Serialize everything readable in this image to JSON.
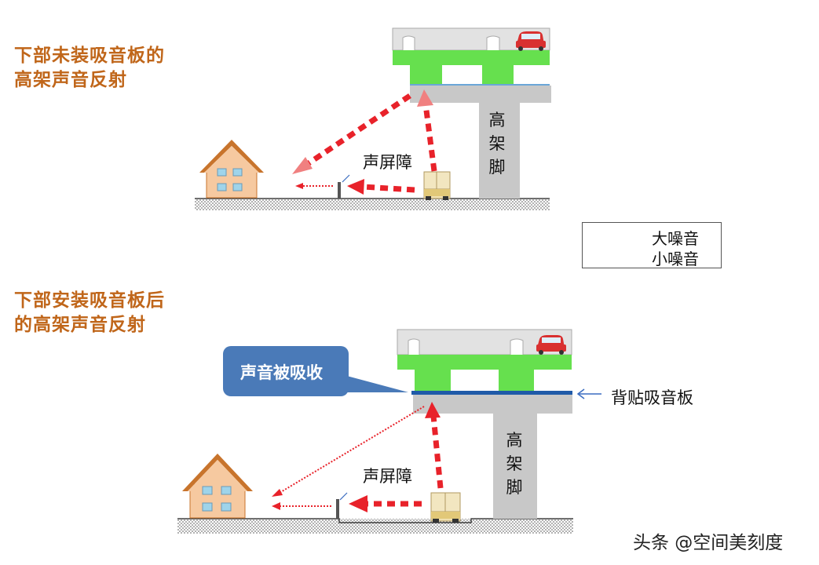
{
  "top_heading": {
    "line1": "下部未装吸音板的",
    "line2": "高架声音反射"
  },
  "bottom_heading": {
    "line1": "下部安装吸音板后",
    "line2": "的高架声音反射"
  },
  "top_scene": {
    "barrier_label": "声屏障",
    "pillar_label": "高架脚"
  },
  "bottom_scene": {
    "barrier_label": "声屏障",
    "pillar_label": "高架脚",
    "callout": "声音被吸收",
    "panel_label": "背贴吸音板"
  },
  "legend": {
    "loud": "大噪音",
    "quiet": "小噪音"
  },
  "watermark": "头条 @空间美刻度",
  "colors": {
    "heading": "#c0661a",
    "deck_green": "#66e04e",
    "concrete": "#c8c8c8",
    "arrow_red": "#e8222a",
    "house_wall": "#f6c9a0",
    "house_roof": "#c8742c",
    "callout_blue": "#4a7ab8",
    "absorber_blue": "#1f5aa8"
  }
}
